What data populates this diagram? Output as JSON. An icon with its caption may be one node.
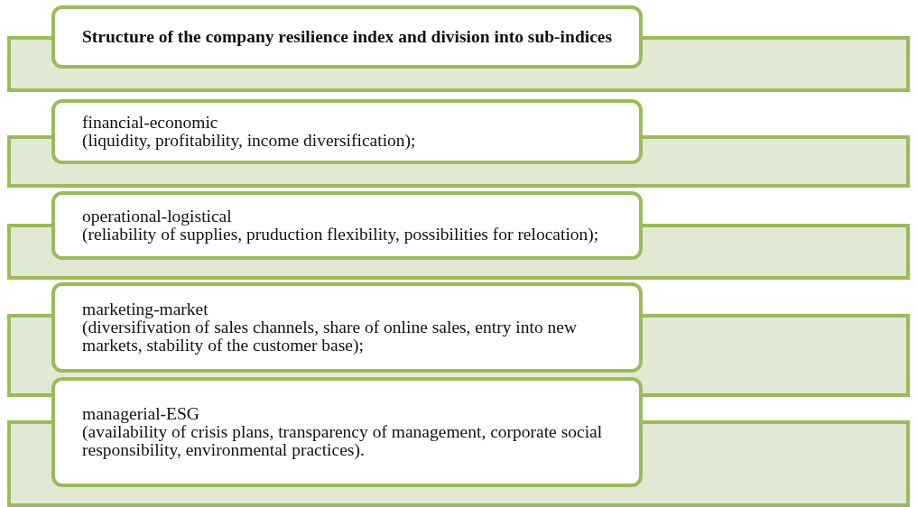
{
  "diagram": {
    "nodes": [
      {
        "text": [
          "Structure of the company resilience index and division into sub-indices"
        ]
      },
      {
        "text": [
          "financial-economic",
          "(liquidity, profitability, income diversification);"
        ]
      },
      {
        "text": [
          "operational-logistical",
          "(reliability of supplies, pruduction flexibility, possibilities for relocation);"
        ]
      },
      {
        "text": [
          "marketing-market",
          "(diversifivation of sales channels, share of online sales, entry into new markets, stability of the customer base);"
        ]
      },
      {
        "text": [
          "managerial-ESG",
          "(availability of crisis plans, transparency of management, corporate social responsibility, environmental practices)."
        ]
      }
    ]
  }
}
